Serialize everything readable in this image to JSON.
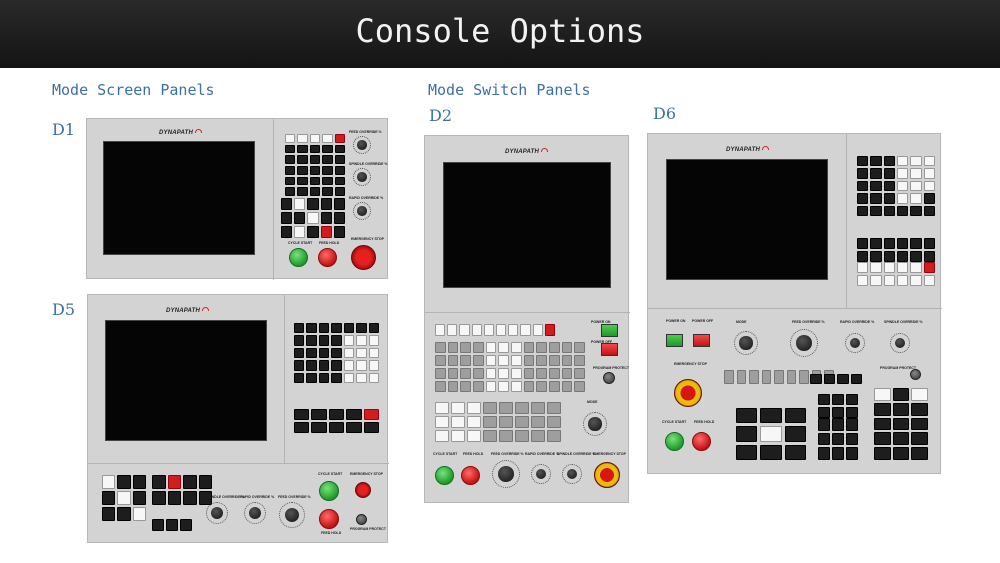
{
  "title": "Console Options",
  "sections": {
    "mode_screen": "Mode Screen Panels",
    "mode_switch": "Mode Switch Panels"
  },
  "panels": {
    "d1": "D1",
    "d2": "D2",
    "d5": "D5",
    "d6": "D6"
  },
  "brand": "DYNAPATH",
  "labels": {
    "cycle_start": "CYCLE START",
    "feed_hold": "FEED HOLD",
    "emergency_stop": "EMERGENCY STOP",
    "feed_override": "FEED OVERRIDE %",
    "spindle_override": "SPINDLE OVERRIDE %",
    "rapid_override": "RAPID OVERRIDE %",
    "program_protect": "PROGRAM PROTECT",
    "mode": "MODE",
    "power_on": "POWER ON",
    "power_off": "POWER OFF"
  },
  "colors": {
    "accent": "#3c6fa8",
    "panel": "#d3d3d3",
    "brand_red": "#d3241f"
  }
}
